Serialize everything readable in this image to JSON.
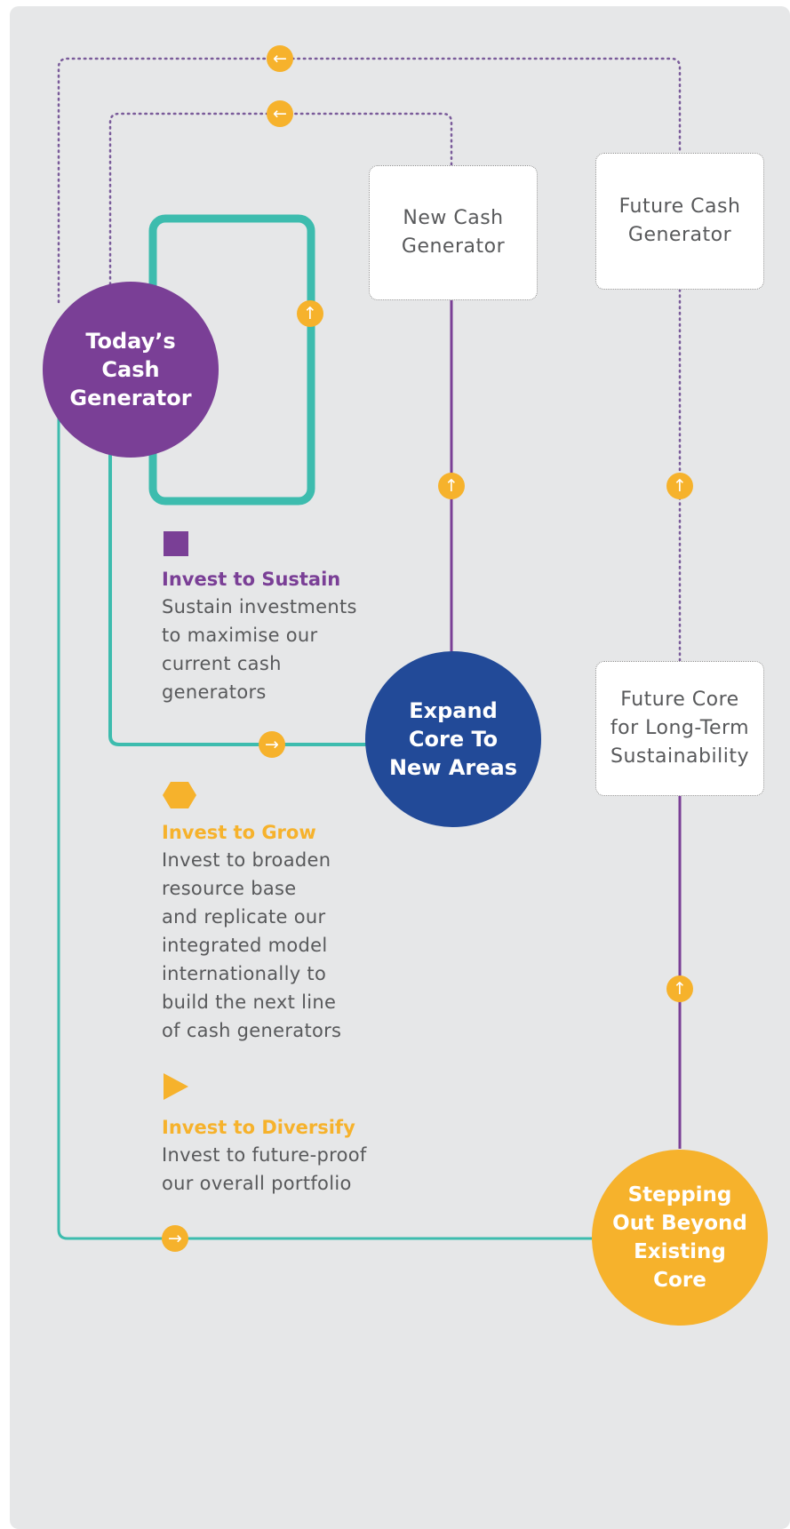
{
  "colors": {
    "background": "#e6e7e8",
    "purple": "#7a3f96",
    "navy": "#224a98",
    "teal": "#3dbcae",
    "orange": "#f6b22c",
    "dotted_line": "#7a5b9a",
    "box_text": "#58595b"
  },
  "icons": {
    "arrow_left": "←",
    "arrow_up": "↑",
    "arrow_right": "→"
  },
  "nodes": {
    "today_cash_generator": "Today’s\nCash\nGenerator",
    "expand_core": "Expand\nCore To\nNew Areas",
    "stepping_out": "Stepping\nOut Beyond\nExisting\nCore",
    "new_cash_generator": "New Cash\nGenerator",
    "future_cash_generator": "Future Cash\nGenerator",
    "future_core": "Future Core\nfor Long-Term\nSustainability"
  },
  "legend": {
    "sustain": {
      "title": "Invest to Sustain",
      "description": "Sustain investments\nto maximise our\ncurrent cash\ngenerators"
    },
    "grow": {
      "title": "Invest to Grow",
      "description": "Invest to broaden\nresource base\nand replicate our\nintegrated model\ninternationally to\nbuild the next line\nof cash generators"
    },
    "diversify": {
      "title": "Invest to Diversify",
      "description": "Invest to future-proof\nour overall portfolio"
    }
  }
}
